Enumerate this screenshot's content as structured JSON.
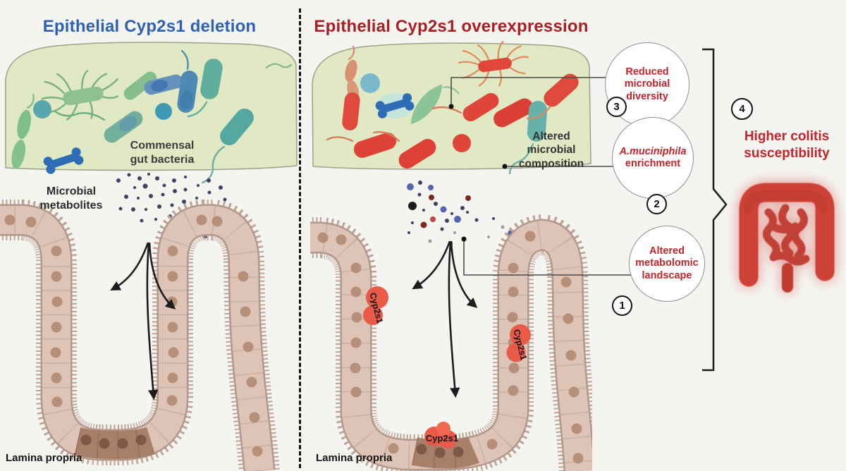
{
  "colors": {
    "background": "#f4f4f1",
    "title_blue": "#2e62b1",
    "title_red": "#a82023",
    "annotation_red": "#c4252b",
    "label_dark": "#333333",
    "lumen_green": "#e0e8c4",
    "cell_fill": "#ddc4b6",
    "cell_dark": "#a87f68",
    "cyp_red": "#e95a49",
    "colon_red": "#ce4136",
    "metabolite_navy": "#3d4361"
  },
  "left_panel": {
    "title": "Epithelial Cyp2s1 deletion",
    "bacteria_label": "Commensal\ngut bacteria",
    "metabolites_label": "Microbial\nmetabolites",
    "lamina_label": "Lamina propria"
  },
  "right_panel": {
    "title": "Epithelial Cyp2s1 overexpression",
    "composition_label": "Altered\nmicrobial\ncomposition",
    "lamina_label": "Lamina propria",
    "cyp2s1_label": "Cyp2s1"
  },
  "annotations": {
    "step3": {
      "number": "3",
      "label": "Reduced\nmicrobial\ndiversity"
    },
    "step2": {
      "number": "2",
      "species": "A.muciniphila",
      "rest": "enrichment"
    },
    "step1": {
      "number": "1",
      "label": "Altered\nmetabolomic\nlandscape"
    }
  },
  "outcome": {
    "number": "4",
    "label": "Higher colitis\nsusceptibility"
  }
}
